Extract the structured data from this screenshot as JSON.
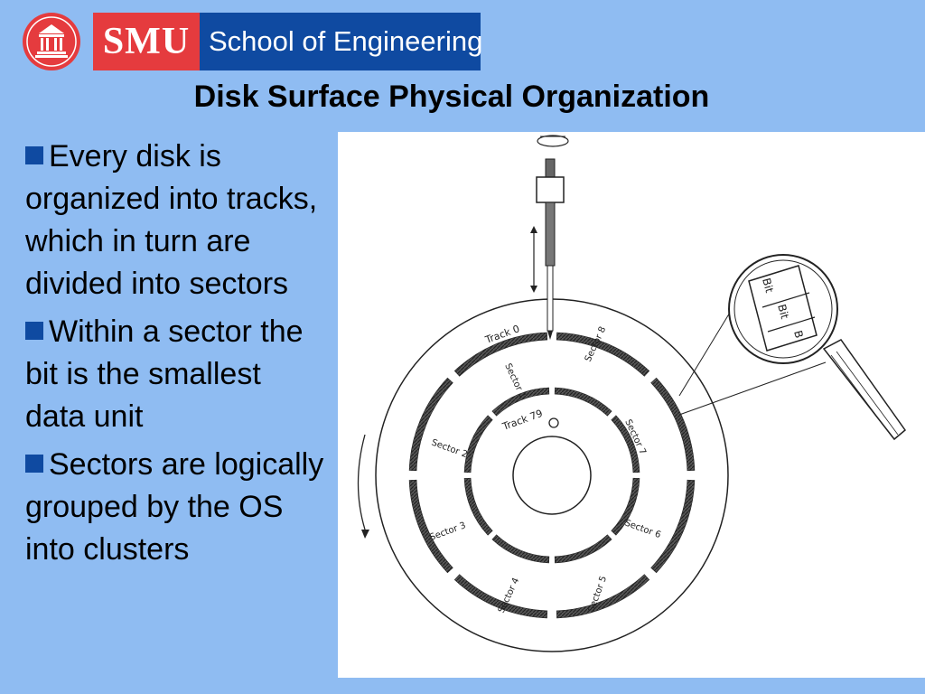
{
  "logo": {
    "smu": "SMU",
    "school": "School of Engineering"
  },
  "slide": {
    "title": "Disk Surface Physical Organization",
    "bullets": [
      "Every disk is organized into tracks, which in turn are divided into sectors",
      "Within a sector the bit is the smallest data unit",
      "Sectors are logically grouped by the OS into clusters"
    ]
  },
  "diagram": {
    "labels": {
      "track0": "Track 0",
      "track79": "Track 79",
      "bit1": "Bit",
      "bit2": "Bit",
      "bit3": "B",
      "sector1": "Sector 1",
      "sector2": "Sector 2",
      "sector3": "Sector 3",
      "sector4": "Sector 4",
      "sector5": "Sector 5",
      "sector6": "Sector 6",
      "sector7": "Sector 7",
      "sector8": "Sector 8"
    }
  },
  "colors": {
    "background": "#8fbcf2",
    "smu_red": "#e53b3e",
    "smu_blue": "#0f4aa1",
    "bullet": "#0f4aa1"
  }
}
